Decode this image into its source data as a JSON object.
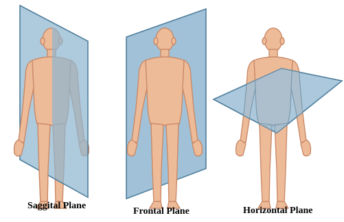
{
  "captions": {
    "sagittal": "Saggital Plane",
    "frontal": "Frontal Plane",
    "horizontal": "Horizontal Plane"
  },
  "colors": {
    "skin": "#eebb99",
    "skin_outline": "#c98a68",
    "plane_fill": "#8fb6d0",
    "plane_edge": "#4f7e9c",
    "background": "#ffffff"
  }
}
